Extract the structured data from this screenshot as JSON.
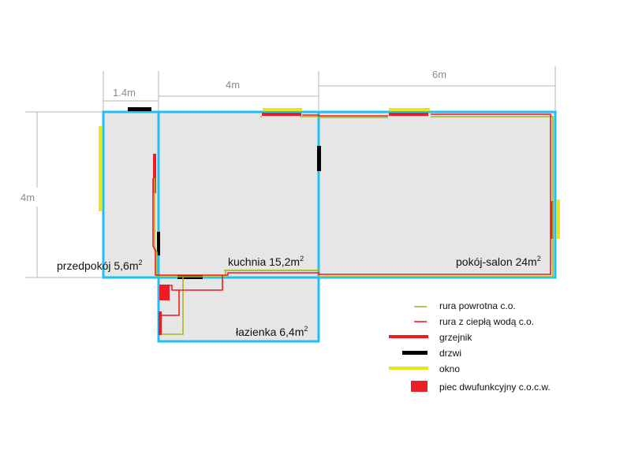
{
  "colors": {
    "wall": "#1ec1f2",
    "floor": "#e6e6e6",
    "dim_line": "#b5b5b5",
    "return_pipe": "#a8b820",
    "hot_pipe": "#ee1c24",
    "radiator": "#ee1c24",
    "door": "#000000",
    "window": "#e6e619",
    "boiler": "#ee1c24"
  },
  "dimensions": {
    "top": [
      "1.4m",
      "4m",
      "6m"
    ],
    "left": "4m"
  },
  "rooms": {
    "przedpokoj": {
      "name": "przedpokój 5,6m",
      "sup": "2"
    },
    "kuchnia": {
      "name": "kuchnia 15,2m",
      "sup": "2"
    },
    "salon": {
      "name": "pokój-salon 24m",
      "sup": "2"
    },
    "lazienka": {
      "name": "łazienka 6,4m",
      "sup": "2"
    }
  },
  "legend": [
    {
      "label": "rura powrotna c.o.",
      "icon": "return-pipe-line"
    },
    {
      "label": "rura z ciepłą wodą c.o.",
      "icon": "hot-water-pipe-line"
    },
    {
      "label": "grzejnik",
      "icon": "radiator-bar"
    },
    {
      "label": "drzwi",
      "icon": "door-bar"
    },
    {
      "label": "okno",
      "icon": "window-bar"
    },
    {
      "label": "piec dwufunkcyjny c.o.c.w.",
      "icon": "boiler-square"
    }
  ]
}
